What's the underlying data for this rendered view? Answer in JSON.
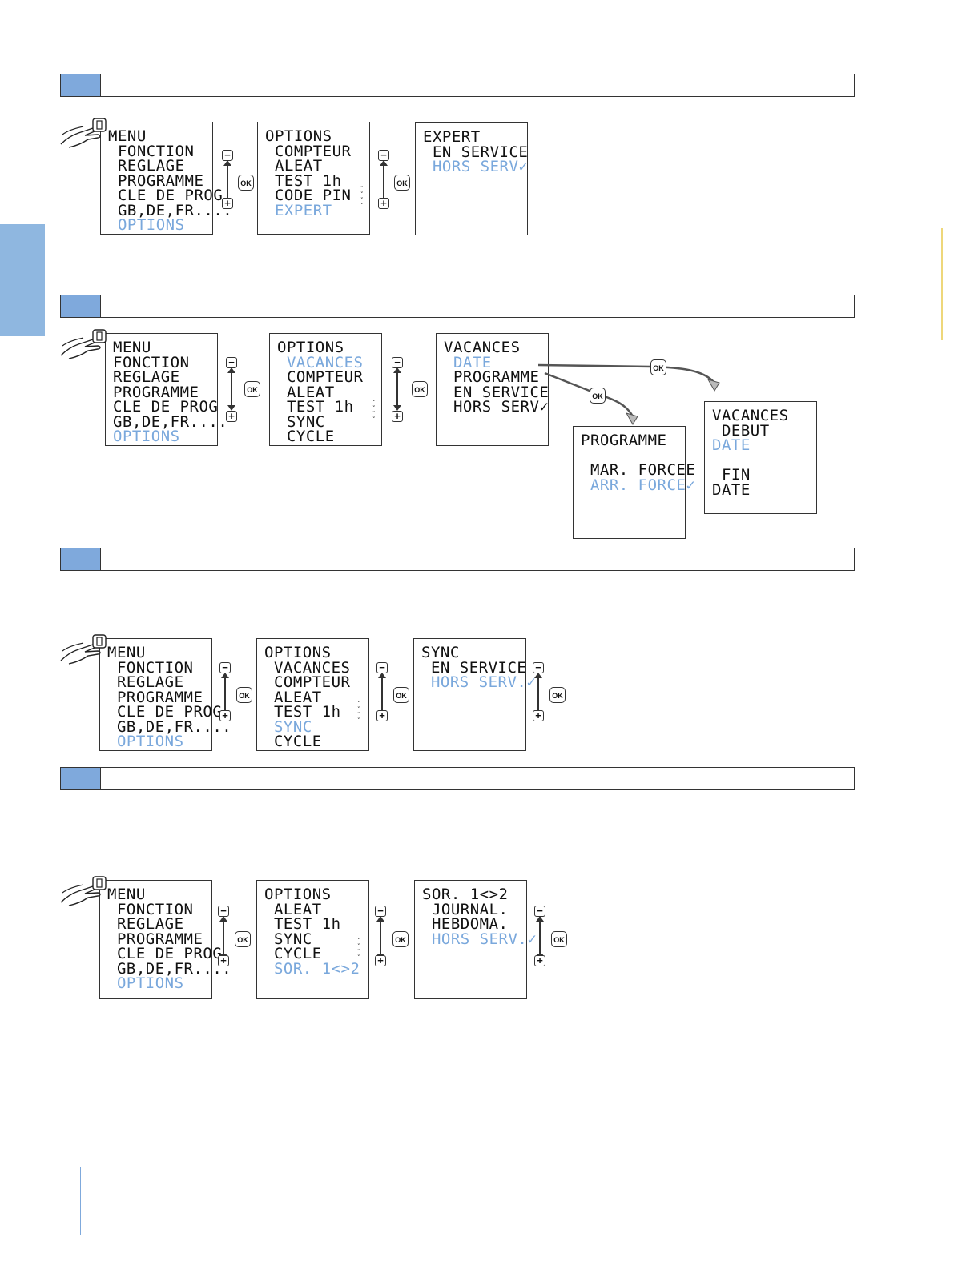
{
  "labels": {
    "ok": "OK",
    "minus": "−",
    "plus": "+",
    "chevrons": "˅\n˅\n˅\n˅"
  },
  "colors": {
    "highlight": "#7aa8dc",
    "tab": "#7fa9dc"
  },
  "icons": [
    "hand-press-icon",
    "ok-button-icon",
    "minus-button-icon",
    "plus-button-icon",
    "up-down-arrow-icon",
    "check-icon"
  ],
  "sections": [
    {
      "screens": [
        {
          "lines": [
            "MENU",
            " FONCTION",
            " REGLAGE",
            " PROGRAMME",
            " CLE DE PROG",
            " GB,DE,FR....",
            " OPTIONS"
          ],
          "highlight": 6
        },
        {
          "lines": [
            "OPTIONS",
            " COMPTEUR",
            " ALEAT",
            " TEST 1h",
            " CODE PIN",
            " EXPERT"
          ],
          "highlight": 5
        },
        {
          "lines": [
            "EXPERT",
            " EN SERVICE",
            " HORS SERV✓"
          ],
          "highlight": 2
        }
      ]
    },
    {
      "screens": [
        {
          "lines": [
            "MENU",
            "FONCTION",
            "REGLAGE",
            "PROGRAMME",
            "CLE DE PROG",
            "GB,DE,FR....",
            "OPTIONS"
          ],
          "highlight": 6
        },
        {
          "lines": [
            "OPTIONS",
            " VACANCES",
            " COMPTEUR",
            " ALEAT",
            " TEST 1h",
            " SYNC",
            " CYCLE"
          ],
          "highlight": 1
        },
        {
          "lines": [
            "VACANCES",
            " DATE",
            " PROGRAMME",
            " EN SERVICE",
            " HORS SERV✓"
          ],
          "highlight": 1
        },
        {
          "lines": [
            "PROGRAMME",
            "",
            " MAR. FORCEE",
            " ARR. FORCE✓"
          ],
          "highlight": 3
        },
        {
          "lines": [
            "VACANCES",
            " DEBUT",
            "DATE",
            "",
            " FIN",
            "DATE"
          ],
          "highlight": 2
        }
      ]
    },
    {
      "screens": [
        {
          "lines": [
            "MENU",
            " FONCTION",
            " REGLAGE",
            " PROGRAMME",
            " CLE DE PROG",
            " GB,DE,FR....",
            " OPTIONS"
          ],
          "highlight": 6
        },
        {
          "lines": [
            "OPTIONS",
            " VACANCES",
            " COMPTEUR",
            " ALEAT",
            " TEST 1h",
            " SYNC",
            " CYCLE"
          ],
          "highlight": 5
        },
        {
          "lines": [
            "SYNC",
            " EN SERVICE",
            " HORS SERV.✓"
          ],
          "highlight": 2
        }
      ]
    },
    {
      "screens": [
        {
          "lines": [
            "MENU",
            " FONCTION",
            " REGLAGE",
            " PROGRAMME",
            " CLE DE PROG",
            " GB,DE,FR....",
            " OPTIONS"
          ],
          "highlight": 6
        },
        {
          "lines": [
            "OPTIONS",
            " ALEAT",
            " TEST 1h",
            " SYNC",
            " CYCLE",
            " SOR. 1<>2"
          ],
          "highlight": 5
        },
        {
          "lines": [
            "SOR. 1<>2",
            " JOURNAL.",
            " HEBDOMA.",
            " HORS SERV.✓"
          ],
          "highlight": 3
        }
      ]
    }
  ]
}
